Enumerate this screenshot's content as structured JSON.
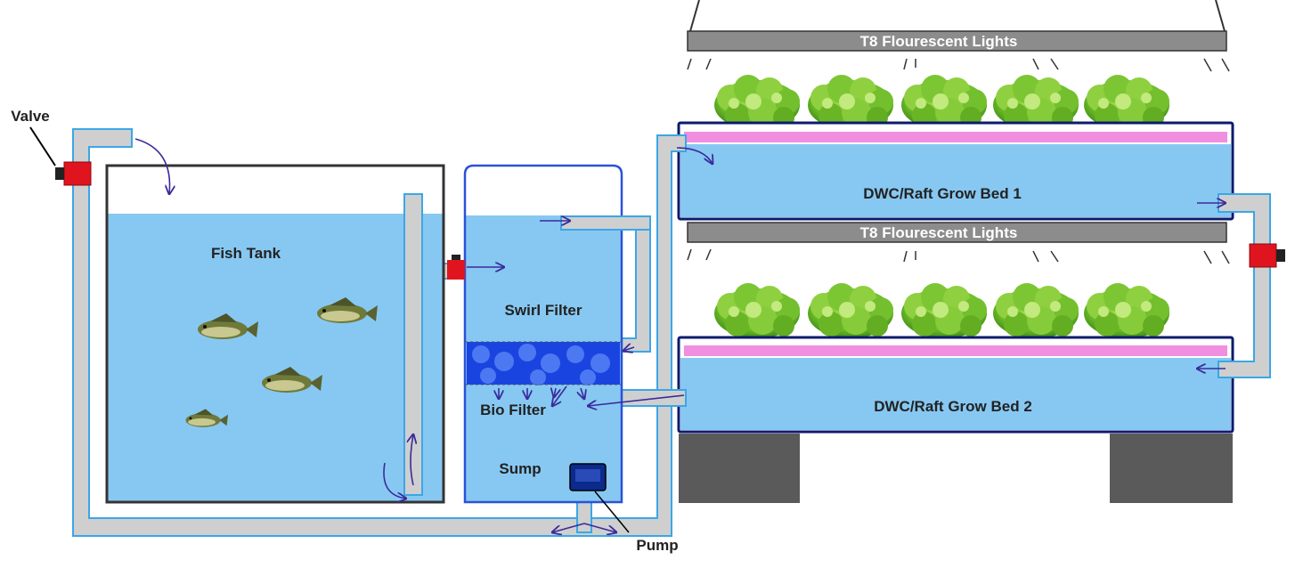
{
  "labels": {
    "valve": "Valve",
    "fish_tank": "Fish Tank",
    "swirl_filter": "Swirl Filter",
    "bio_filter": "Bio Filter",
    "sump": "Sump",
    "pump": "Pump",
    "light_top": "T8 Flourescent Lights",
    "light_mid": "T8 Flourescent Lights",
    "grow_bed_1": "DWC/Raft Grow Bed 1",
    "grow_bed_2": "DWC/Raft Grow Bed 2"
  },
  "colors": {
    "water": "#87c8f2",
    "tank_outline": "#333333",
    "filter_outline": "#2a52d8",
    "bed_outline": "#0d1a6e",
    "pipe_fill": "#cfcfcf",
    "pipe_stroke": "#3aa7e6",
    "valve": "#e0141e",
    "light_fill": "#8c8c8c",
    "raft": "#f08ee0",
    "stand": "#5a5a5a",
    "pump": "#0a2a8c",
    "media": "#1a44e0",
    "lettuce": "#6fc02a"
  },
  "icons": {
    "valve": "valve-icon",
    "pump": "pump-icon",
    "fish": "fish-icon",
    "lettuce": "lettuce-icon",
    "flow_arrow": "flow-arrow-icon"
  }
}
